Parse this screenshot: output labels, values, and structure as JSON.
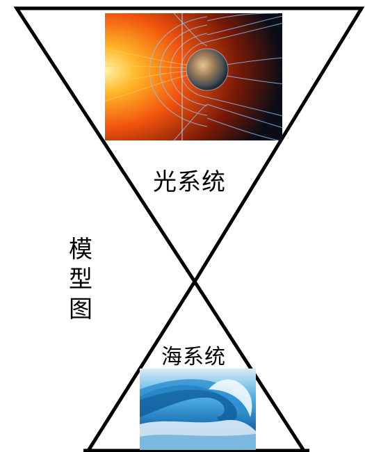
{
  "labels": {
    "top": "光系统",
    "bottom": "海系统",
    "side": "模型图"
  },
  "images": {
    "top": "sun-solar-wind-earth-magnetosphere",
    "bottom": "ocean-wave"
  },
  "colors": {
    "line": "#000000",
    "space_dark": "#0a0d16",
    "sun_core": "#ffd24a",
    "sun_flare": "#ff5a12",
    "field_line": "#8fc8ff",
    "wave_deep": "#0c4f8c",
    "wave_light": "#4fb0e4",
    "foam": "#f2f8fc"
  }
}
